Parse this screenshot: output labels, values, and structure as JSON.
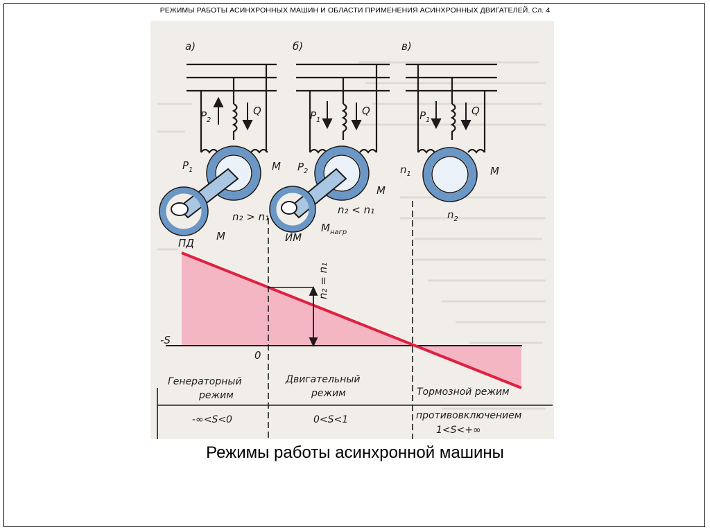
{
  "header": {
    "text": "РЕЖИМЫ РАБОТЫ АСИНХРОННЫХ МАШИН И ОБЛАСТИ ПРИМЕНЕНИЯ АСИНХРОННЫХ ДВИГАТЕЛЕЙ. Сл. 4"
  },
  "caption": {
    "text": "Режимы работы асинхронной машины"
  },
  "figure": {
    "panels": [
      {
        "tag": "а)",
        "p_label": "P",
        "p_sub": "2",
        "q_label": "Q",
        "rotor_label": "P",
        "rotor_sub": "1",
        "torque": "M",
        "speed_relation": "n₂ > n₁",
        "load_torque": "M",
        "machine": "ПД"
      },
      {
        "tag": "б)",
        "p_label": "P",
        "p_sub": "1",
        "q_label": "Q",
        "rotor_label": "P",
        "rotor_sub": "2",
        "torque": "M",
        "speed_relation": "n₂ < n₁",
        "load_torque": "M",
        "load_torque_sub": "нагр",
        "machine": "ИМ"
      },
      {
        "tag": "в)",
        "p_label": "P",
        "p_sub": "1",
        "q_label": "Q",
        "rotor_label": "n",
        "rotor_sub": "1",
        "torque": "M",
        "speed_label": "n",
        "speed_sub": "2"
      }
    ],
    "graph": {
      "axis_label": "-S",
      "zero_label": "0",
      "n2_eq_n1": "n₂ = n₁",
      "regions": [
        {
          "name_line1": "Генераторный",
          "name_line2": "режим",
          "range": "-∞<S<0"
        },
        {
          "name_line1": "Двигательный",
          "name_line2": "режим",
          "range": "0<S<1"
        },
        {
          "name_line1": "Тормозной режим",
          "name_line2": "противовключением",
          "range": "1<S<+∞"
        }
      ]
    },
    "colors": {
      "line": "#e02040",
      "fill": "#f5b6c4",
      "ring": "#6a97c5",
      "ring_light": "#a9c7e3",
      "ink": "#1e1a1a"
    }
  }
}
